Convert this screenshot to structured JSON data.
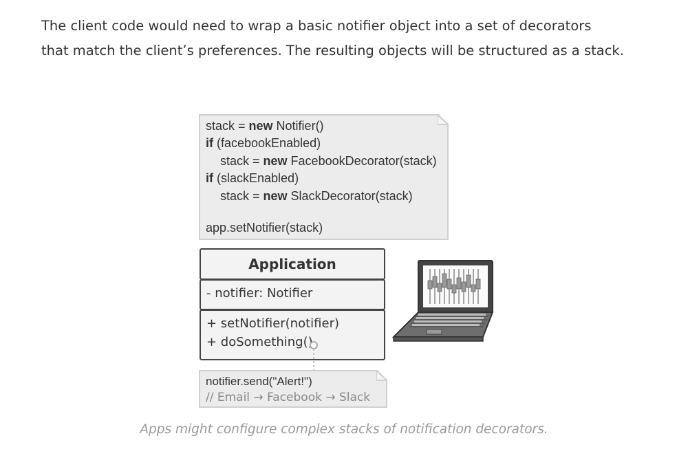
{
  "intro": {
    "line1": "The client code would need to wrap a basic notifier object into a set of decorators",
    "line2": "that match the client’s preferences. The resulting objects will be structured as a stack."
  },
  "code_note": {
    "l1_pre": "stack = ",
    "l1_kw": "new",
    "l1_post": " Notifier()",
    "l2_kw": "if",
    "l2_post": " (facebookEnabled)",
    "l3_pre": "stack = ",
    "l3_kw": "new",
    "l3_post": " FacebookDecorator(stack)",
    "l4_kw": "if",
    "l4_post": " (slackEnabled)",
    "l5_pre": "stack = ",
    "l5_kw": "new",
    "l5_post": " SlackDecorator(stack)",
    "l6": "app.setNotifier(stack)"
  },
  "class_box": {
    "name": "Application",
    "field": "- notifier: Notifier",
    "method1": "+ setNotifier(notifier)",
    "method2": "+ doSomething()"
  },
  "send_note": {
    "line1": "notifier.send(\"Alert!\")",
    "line2": "// Email → Facebook → Slack"
  },
  "caption": "Apps might configure complex stacks of notification decorators.",
  "colors": {
    "note_bg": "#ececec",
    "note_border": "#d0d0d0",
    "box_border": "#444444",
    "caption": "#9a9a9a"
  },
  "icons": [
    "laptop-icon"
  ]
}
